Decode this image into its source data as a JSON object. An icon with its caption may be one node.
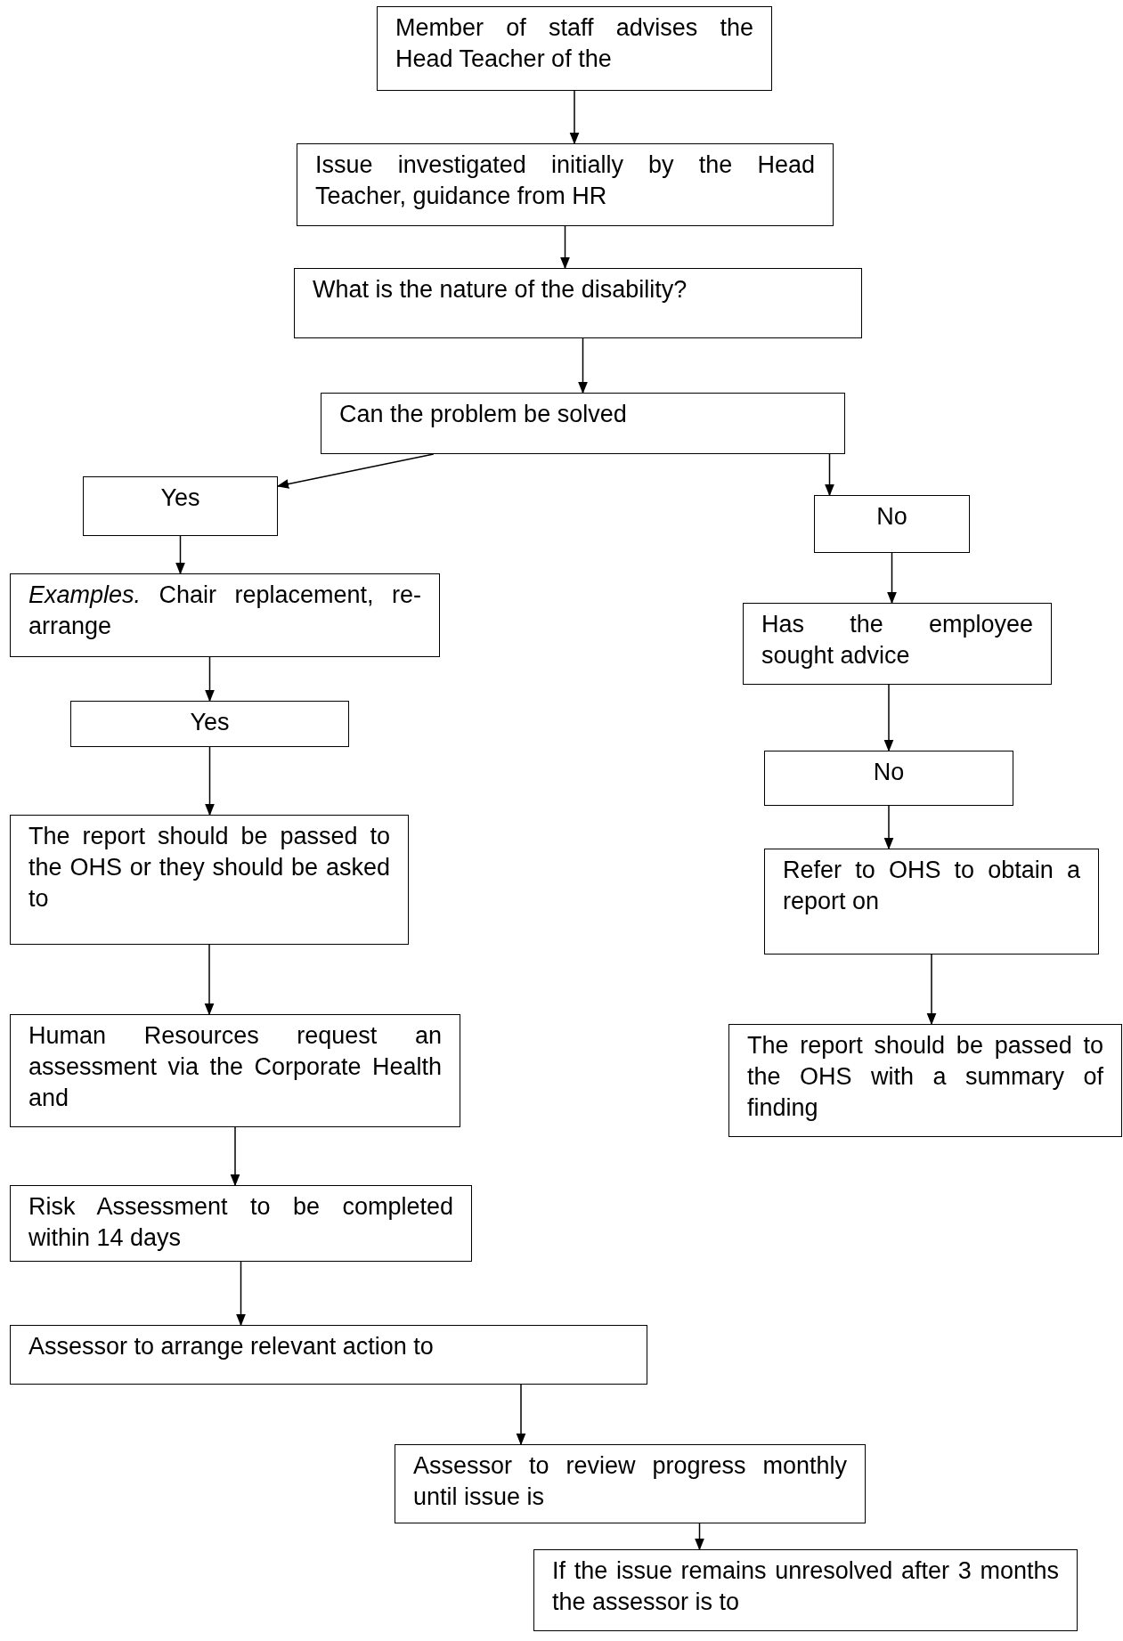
{
  "diagram": {
    "nodes": [
      {
        "text": [
          "Member of staff advises the Head Teacher of the"
        ]
      },
      {
        "text": [
          "Issue investigated initially by the Head Teacher, guidance from HR"
        ]
      },
      {
        "text": [
          "What is the nature of the disability?"
        ]
      },
      {
        "text": [
          "Can the problem be solved"
        ]
      },
      {
        "text": [
          "Yes"
        ]
      },
      {
        "text": [
          "No"
        ]
      },
      {
        "text": [
          "*Examples.* Chair replacement, re-arrange"
        ]
      },
      {
        "text": [
          "Has the employee sought advice"
        ]
      },
      {
        "text": [
          "Yes"
        ]
      },
      {
        "text": [
          "No"
        ]
      },
      {
        "text": [
          "The report should be passed to the OHS or they should be asked to"
        ]
      },
      {
        "text": [
          "Refer to OHS to obtain a report on"
        ]
      },
      {
        "text": [
          "Human Resources request an assessment via the Corporate Health and"
        ]
      },
      {
        "text": [
          "The report should be passed to the OHS with a summary of finding"
        ]
      },
      {
        "text": [
          "Risk Assessment to be completed within 14 days"
        ]
      },
      {
        "text": [
          "Assessor to arrange relevant action to"
        ]
      },
      {
        "text": [
          "Assessor to review progress monthly until issue is"
        ]
      },
      {
        "text": [
          "If the issue remains unresolved after 3 months the assessor is to"
        ]
      }
    ],
    "edges": [
      {
        "from": 0,
        "to": 1,
        "arrow": "to"
      },
      {
        "from": 1,
        "to": 2,
        "arrow": "to"
      },
      {
        "from": 2,
        "to": 3,
        "arrow": "to"
      },
      {
        "from": 3,
        "to": 4,
        "arrow": "to"
      },
      {
        "from": 3,
        "to": 5,
        "arrow": "to"
      },
      {
        "from": 4,
        "to": 6,
        "arrow": "to"
      },
      {
        "from": 5,
        "to": 7,
        "arrow": "to"
      },
      {
        "from": 6,
        "to": 8,
        "arrow": "to"
      },
      {
        "from": 7,
        "to": 9,
        "arrow": "to"
      },
      {
        "from": 8,
        "to": 10,
        "arrow": "to"
      },
      {
        "from": 9,
        "to": 11,
        "arrow": "to"
      },
      {
        "from": 10,
        "to": 12,
        "arrow": "to"
      },
      {
        "from": 11,
        "to": 13,
        "arrow": "to"
      },
      {
        "from": 12,
        "to": 14,
        "arrow": "to"
      },
      {
        "from": 14,
        "to": 15,
        "arrow": "to"
      },
      {
        "from": 15,
        "to": 16,
        "arrow": "to"
      },
      {
        "from": 16,
        "to": 17,
        "arrow": "to"
      }
    ]
  }
}
